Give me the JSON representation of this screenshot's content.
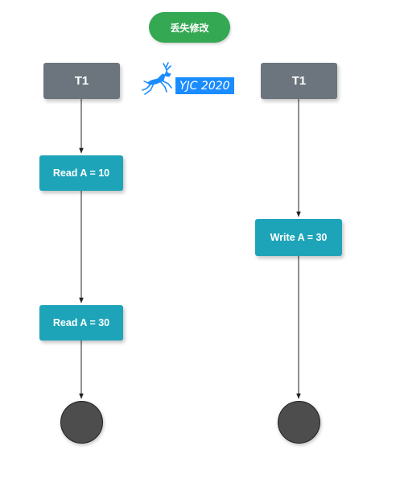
{
  "title": "丢失修改",
  "watermark": "YJC 2020",
  "lanes": [
    {
      "header": "T1",
      "steps": [
        "Read A = 10",
        "Read A = 30"
      ]
    },
    {
      "header": "T1",
      "steps": [
        "Write A = 30"
      ]
    }
  ],
  "colors": {
    "title_fill": "#34a853",
    "header_fill": "#6c757d",
    "step_fill": "#1ea4b9",
    "end_fill": "#4d4d4d",
    "edge": "#222222",
    "logo": "#1a8cff",
    "watermark_fill": "#1a8cff"
  },
  "icons": {
    "logo": "leaping-deer-icon"
  }
}
